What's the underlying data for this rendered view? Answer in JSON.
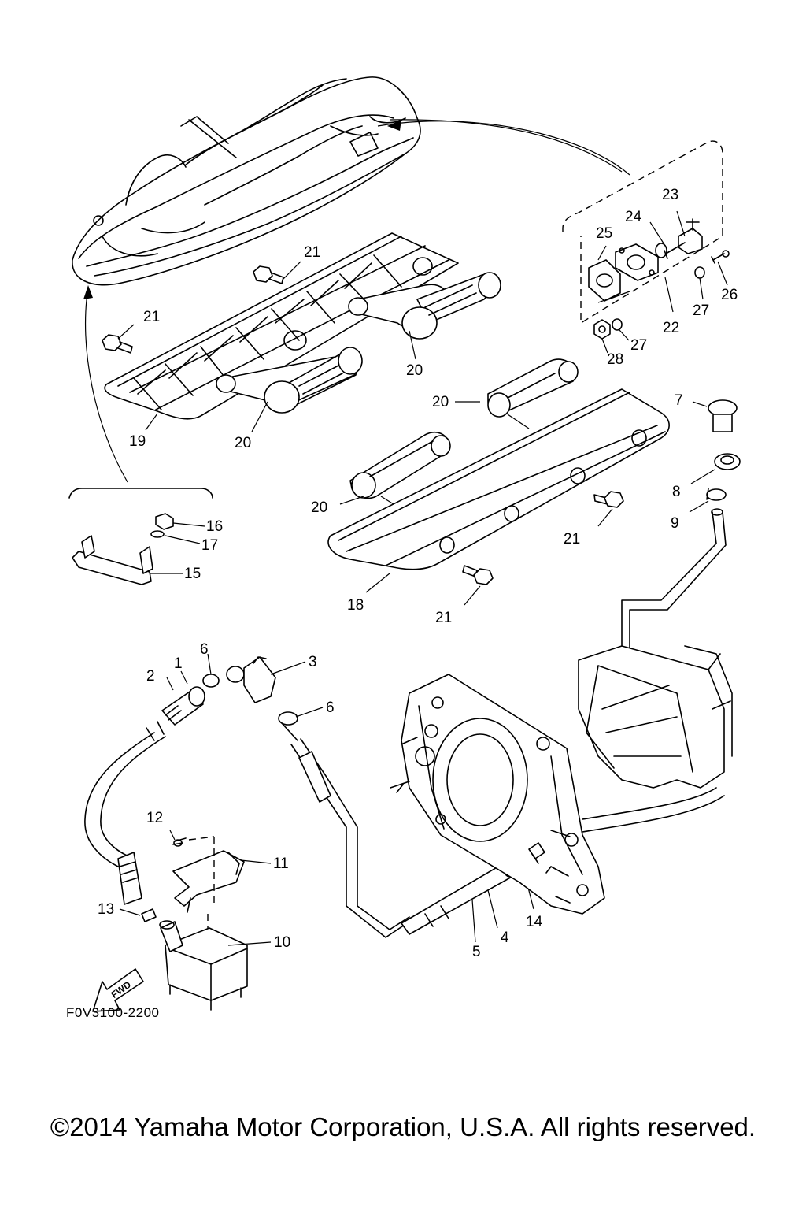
{
  "diagram": {
    "code": "F0V3100-2200",
    "copyright": "©2014 Yamaha Motor Corporation, U.S.A. All rights reserved.",
    "direction_arrow_text": "FWD",
    "part_labels": [
      "1",
      "2",
      "3",
      "4",
      "5",
      "6",
      "6",
      "7",
      "8",
      "9",
      "10",
      "11",
      "12",
      "13",
      "14",
      "15",
      "16",
      "17",
      "18",
      "19",
      "20",
      "20",
      "20",
      "20",
      "21",
      "21",
      "21",
      "21",
      "22",
      "23",
      "24",
      "25",
      "26",
      "27",
      "27",
      "28"
    ]
  }
}
